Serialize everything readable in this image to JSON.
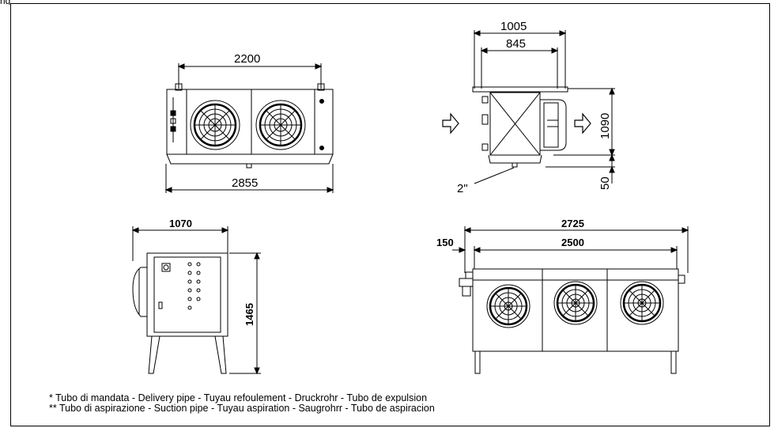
{
  "caption_fragment": "ng",
  "views": {
    "front_small": {
      "width_top": "2200",
      "width_bottom": "2855"
    },
    "side_small": {
      "width_outer": "1005",
      "width_inner": "845",
      "height": "1090",
      "leg": "50",
      "pipe": "2\""
    },
    "side_large": {
      "width": "1070",
      "height": "1465"
    },
    "front_large": {
      "total_width": "2725",
      "offset": "150",
      "inner_width": "2500"
    }
  },
  "notes": [
    "* Tubo di mandata - Delivery pipe - Tuyau refoulement - Druckrohr - Tubo de expulsion",
    "** Tubo di aspirazione - Suction pipe - Tuyau aspiration - Saugrohrr - Tubo de aspiracion"
  ]
}
